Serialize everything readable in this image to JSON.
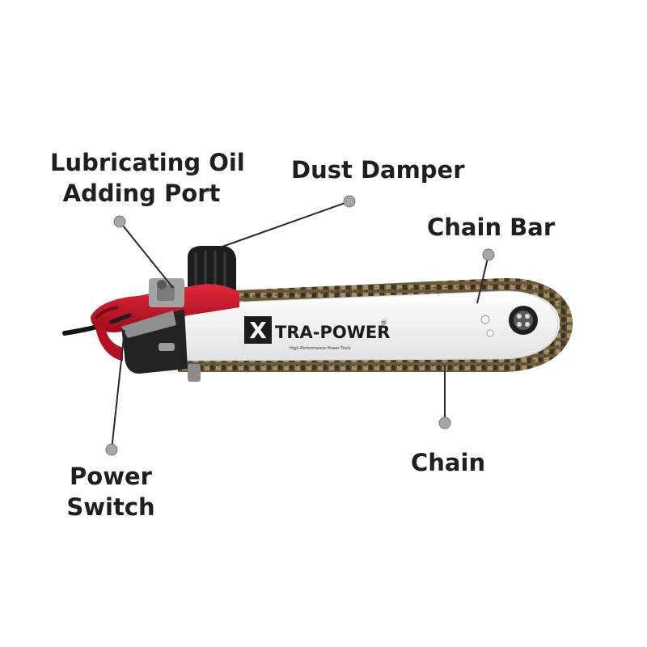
{
  "labels": {
    "oil_port": [
      "Lubricating Oil",
      "Adding Port"
    ],
    "dust_damper": "Dust Damper",
    "chain_bar": "Chain Bar",
    "chain": "Chain",
    "power_switch": [
      "Power",
      "Switch"
    ]
  },
  "product": {
    "brand_mark": "X",
    "brand_name": "TRA-POWER",
    "registered": "®",
    "tagline": "High-Performance Power Tools"
  },
  "colors": {
    "background": "#ffffff",
    "label_text": "#1f1f1f",
    "leader_line": "#2a2a2a",
    "leader_dot": "#a6a6a6",
    "body_red": "#c8102e",
    "housing_dark": "#222222",
    "bar_white": "#f3f3f3"
  }
}
